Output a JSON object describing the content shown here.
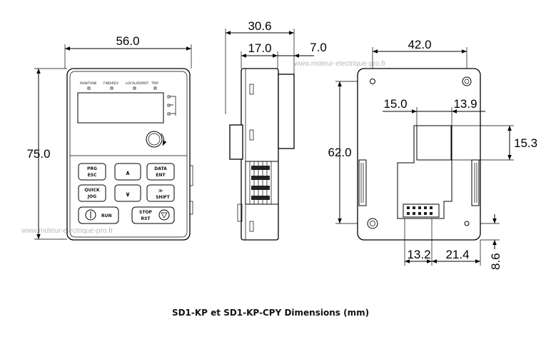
{
  "caption": "SD1-KP et SD1-KP-CPY Dimensions (mm)",
  "watermark": "www.moteur-electrique-pro.fr",
  "front_view": {
    "width_label": "56.0",
    "height_label": "75.0",
    "indicators": [
      "RUN/TUNE",
      "FWD/REV",
      "LOCAL/REMOT",
      "TRIP"
    ],
    "keys": {
      "prg": [
        "PRG",
        "ESC"
      ],
      "data": [
        "DATA",
        "ENT"
      ],
      "quick": [
        "QUICK",
        "JOG"
      ],
      "shift": [
        "≫",
        "SHIFT"
      ],
      "run": "RUN",
      "stop": [
        "STOP",
        "RST"
      ],
      "up": "∧",
      "down": "∨"
    }
  },
  "side_view": {
    "total_label": "30.6",
    "body_label": "17.0",
    "protrusion_label": "7.0"
  },
  "rear_view": {
    "hole_spacing_label": "42.0",
    "vertical_hole_label": "62.0",
    "cutout_left_label": "15.0",
    "cutout_right_label": "13.9",
    "cutout_height_label": "15.3",
    "connector_left_label": "13.2",
    "connector_right_label": "21.4",
    "bottom_offset_label": "8.6"
  }
}
